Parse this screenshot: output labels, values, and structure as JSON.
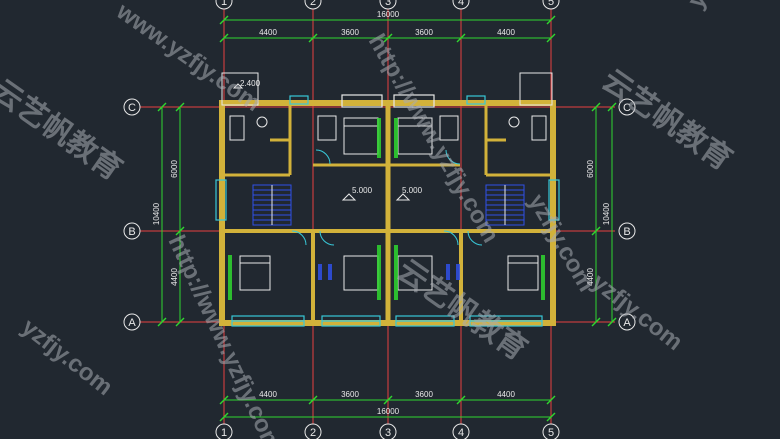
{
  "drawing": {
    "background": "#212830",
    "colors": {
      "grid_axis": "#e84040",
      "dimension": "#2fd62f",
      "wall": "#d2b23a",
      "window": "#38c8d8",
      "furniture": "#e8e8e8",
      "stair": "#3050e8",
      "watermark": "#a8acb2"
    },
    "axes": {
      "vertical": [
        "1",
        "2",
        "3",
        "4",
        "5"
      ],
      "horizontal": [
        "C",
        "B",
        "A"
      ]
    },
    "dimensions": {
      "total_width": "16000",
      "bays": [
        "4400",
        "3600",
        "3600",
        "4400"
      ],
      "total_depth": "10400",
      "depths": [
        "6000",
        "4400"
      ]
    },
    "elevations": {
      "terrace": "2.400",
      "floor_left": "5.000",
      "floor_right": "5.000"
    },
    "watermarks": {
      "url": "www.yzfjy.com",
      "url_short": "yzfjy.com",
      "url_http": "http://www.yzfjy.com",
      "brand": "云艺帆教育"
    }
  }
}
